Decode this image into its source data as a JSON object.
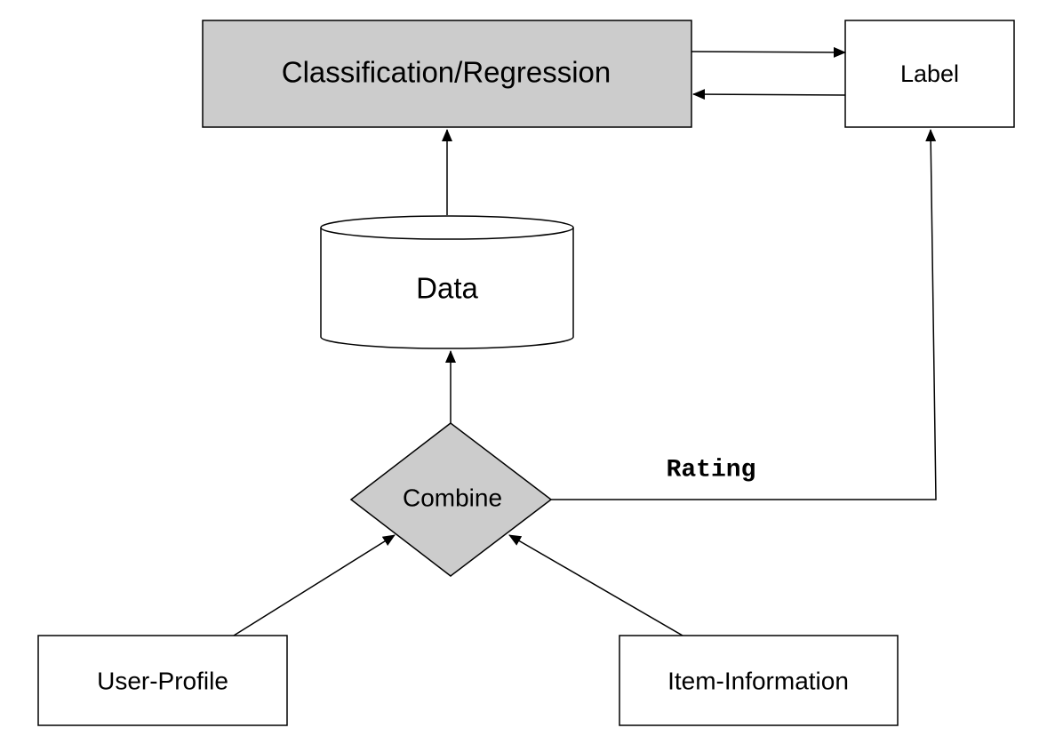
{
  "colors": {
    "background": "#ffffff",
    "stroke": "#000000",
    "shaded_fill": "#cccccc",
    "plain_fill": "#ffffff"
  },
  "nodes": {
    "classification": {
      "label": "Classification/Regression",
      "shape": "rectangle",
      "fill": "shaded"
    },
    "label": {
      "label": "Label",
      "shape": "rectangle",
      "fill": "plain"
    },
    "data": {
      "label": "Data",
      "shape": "cylinder",
      "fill": "plain"
    },
    "combine": {
      "label": "Combine",
      "shape": "diamond",
      "fill": "shaded"
    },
    "user_profile": {
      "label": "User-Profile",
      "shape": "rectangle",
      "fill": "plain"
    },
    "item_information": {
      "label": "Item-Information",
      "shape": "rectangle",
      "fill": "plain"
    }
  },
  "edges": [
    {
      "from": "classification",
      "to": "label"
    },
    {
      "from": "label",
      "to": "classification"
    },
    {
      "from": "data",
      "to": "classification"
    },
    {
      "from": "combine",
      "to": "data"
    },
    {
      "from": "combine",
      "to": "label",
      "label": "Rating"
    },
    {
      "from": "user_profile",
      "to": "combine"
    },
    {
      "from": "item_information",
      "to": "combine"
    }
  ],
  "edge_labels": {
    "rating": "Rating"
  }
}
